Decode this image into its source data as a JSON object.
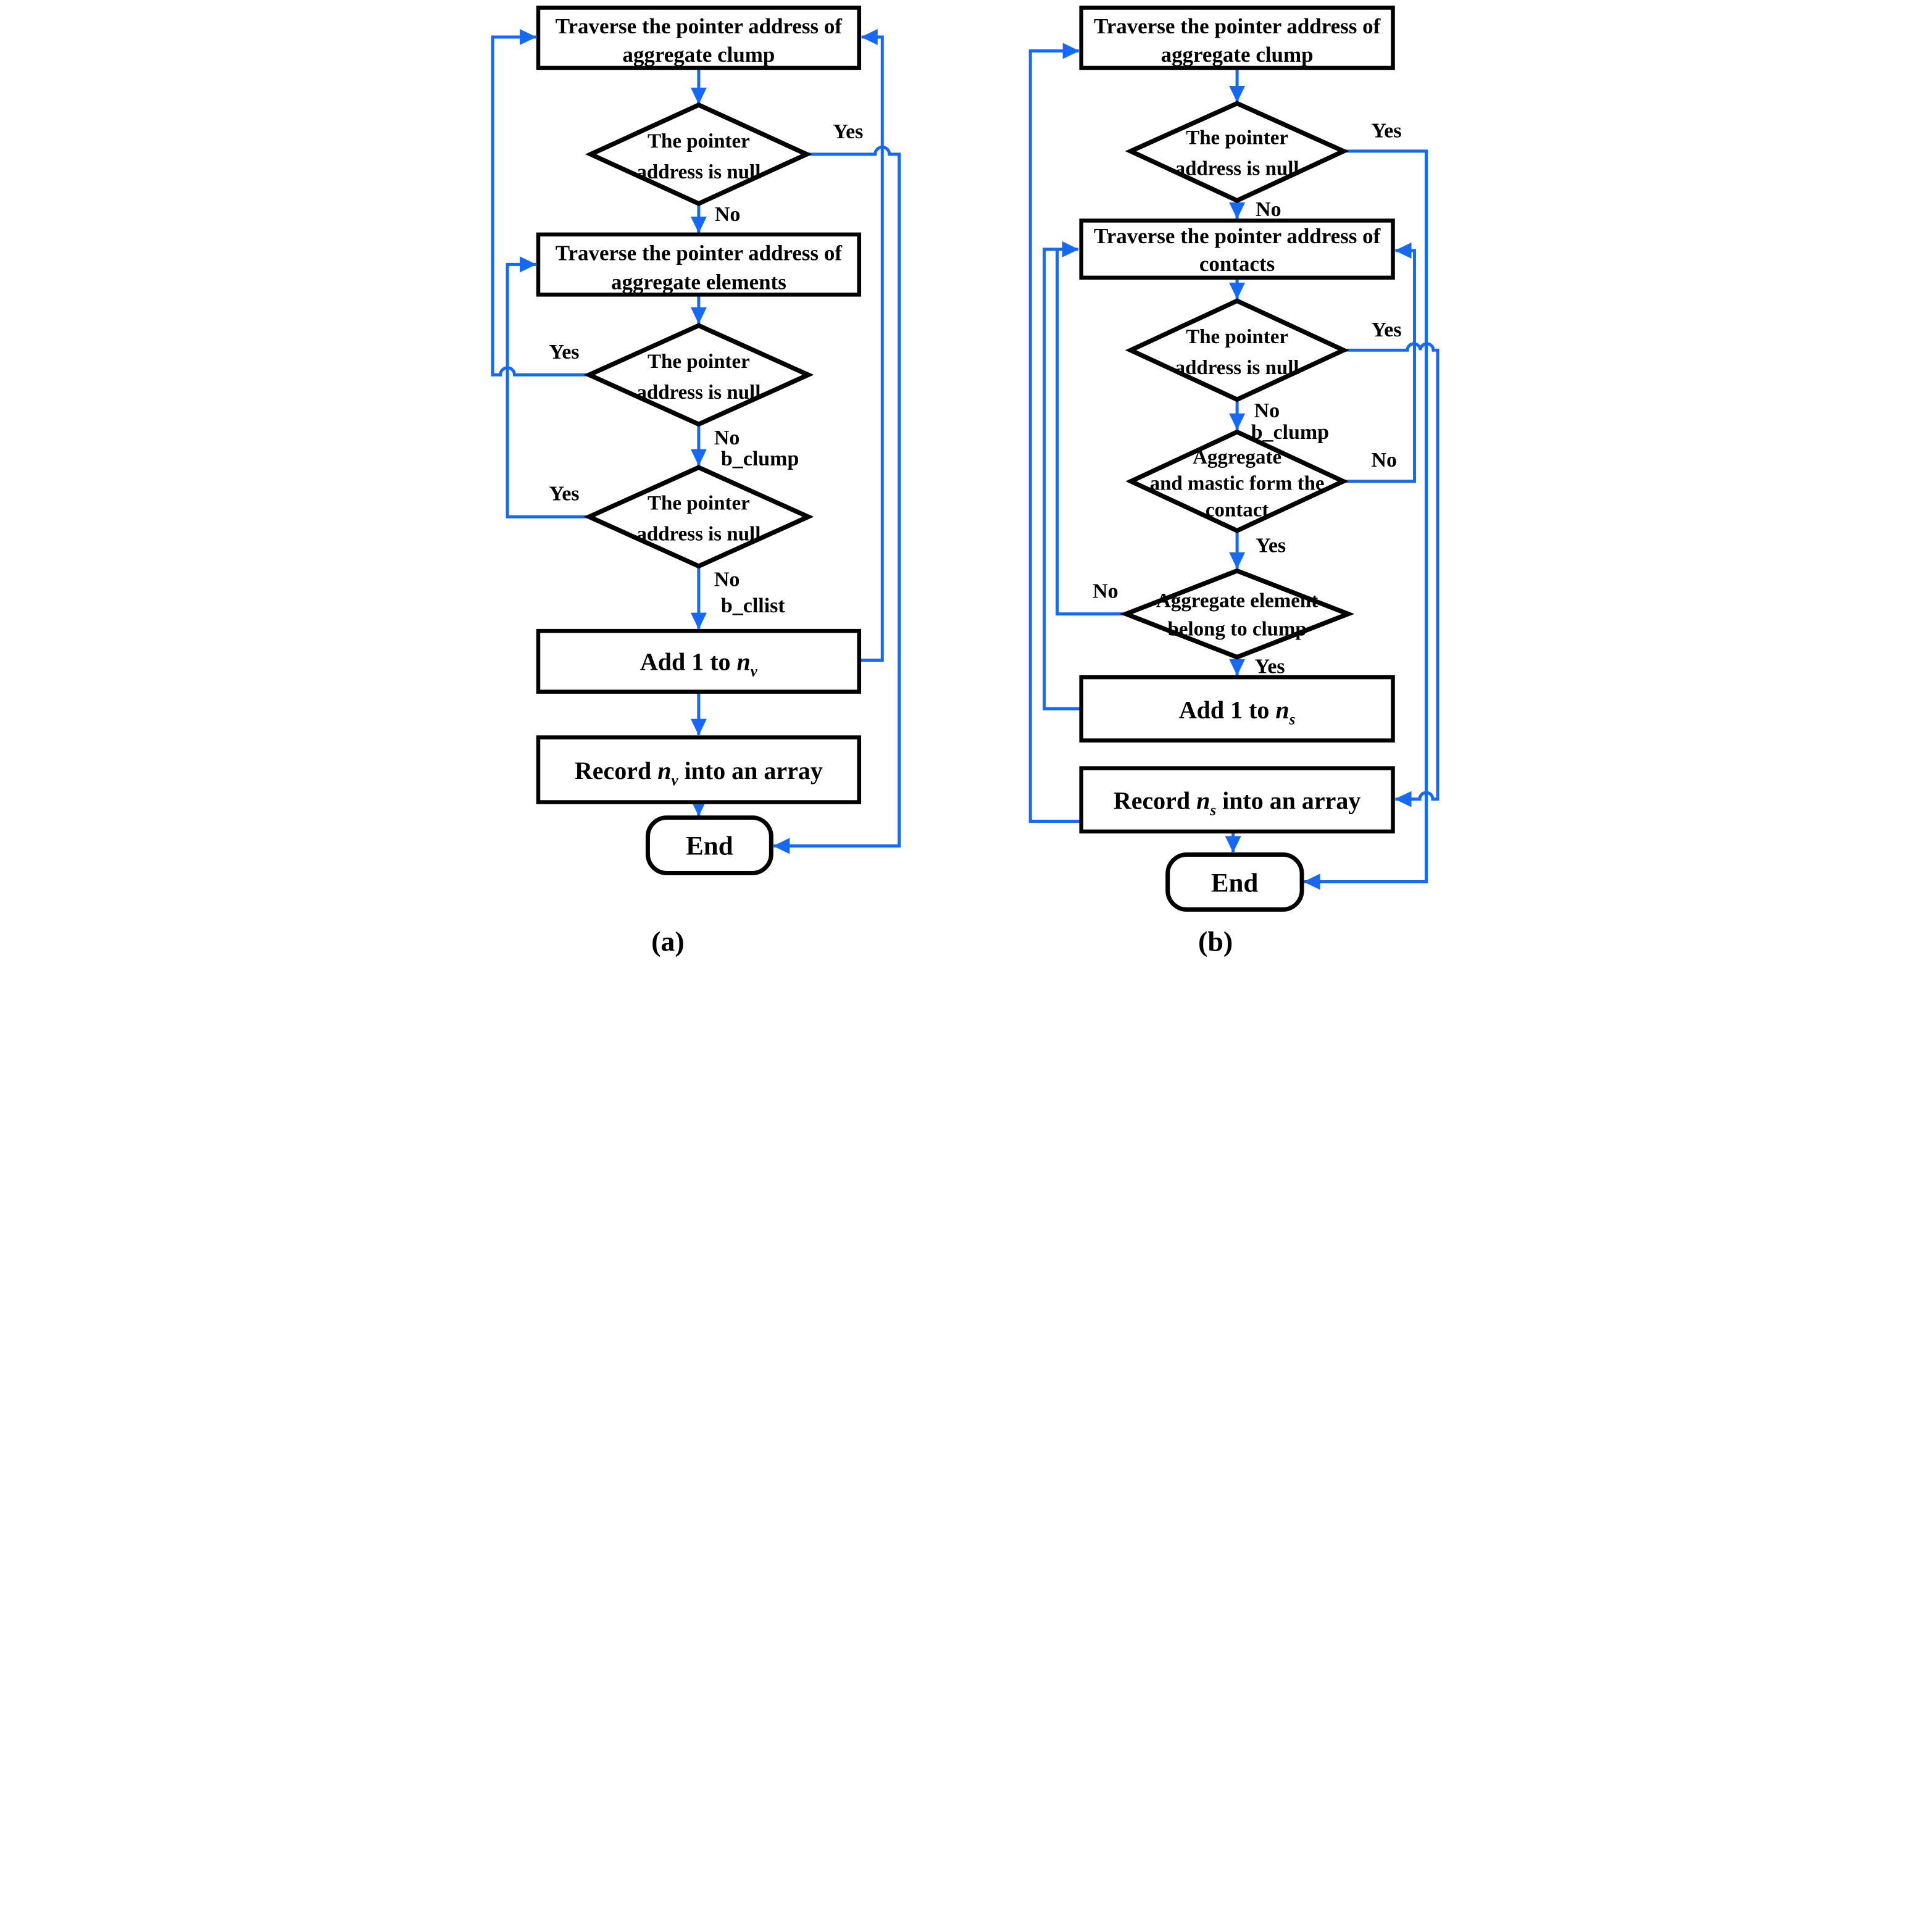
{
  "colors": {
    "line": "#1569f2",
    "ink": "#000000",
    "bg": "#ffffff"
  },
  "captions": {
    "a": "(a)",
    "b": "(b)"
  },
  "chart_a": {
    "traverse_clump": {
      "line1": "Traverse the pointer address of",
      "line2": "aggregate clump"
    },
    "null_check_1": {
      "line1": "The pointer",
      "line2": "address is null",
      "yes": "Yes",
      "no": "No"
    },
    "traverse_elements": {
      "line1": "Traverse the pointer address of",
      "line2": "aggregate elements"
    },
    "null_check_2": {
      "line1": "The pointer",
      "line2": "address is null",
      "yes": "Yes",
      "no": "No",
      "branch_tag": "b_clump"
    },
    "null_check_3": {
      "line1": "The pointer",
      "line2": "address is null",
      "yes": "Yes",
      "no": "No",
      "branch_tag": "b_cllist"
    },
    "add_one": {
      "prefix": "Add 1 to ",
      "var": "n",
      "sub": "v"
    },
    "record": {
      "prefix": "Record ",
      "var": "n",
      "sub": "v",
      "suffix": " into an array"
    },
    "end": {
      "label": "End"
    }
  },
  "chart_b": {
    "traverse_clump": {
      "line1": "Traverse the pointer address of",
      "line2": "aggregate clump"
    },
    "null_check_1": {
      "line1": "The pointer",
      "line2": "address is null",
      "yes": "Yes",
      "no": "No"
    },
    "traverse_contacts": {
      "line1": "Traverse the pointer address of",
      "line2": "contacts"
    },
    "null_check_2": {
      "line1": "The pointer",
      "line2": "address is null",
      "yes": "Yes",
      "no": "No",
      "branch_tag": "b_clump"
    },
    "contact_check": {
      "line1": "Aggregate",
      "line2": "and mastic form the",
      "line3": "contact",
      "yes": "Yes",
      "no": "No"
    },
    "belong_check": {
      "line1": "Aggregate element",
      "line2": "belong to clump",
      "yes": "Yes",
      "no": "No"
    },
    "add_one": {
      "prefix": "Add 1 to ",
      "var": "n",
      "sub": "s"
    },
    "record": {
      "prefix": "Record ",
      "var": "n",
      "sub": "s",
      "suffix": " into an array"
    },
    "end": {
      "label": "End"
    }
  }
}
